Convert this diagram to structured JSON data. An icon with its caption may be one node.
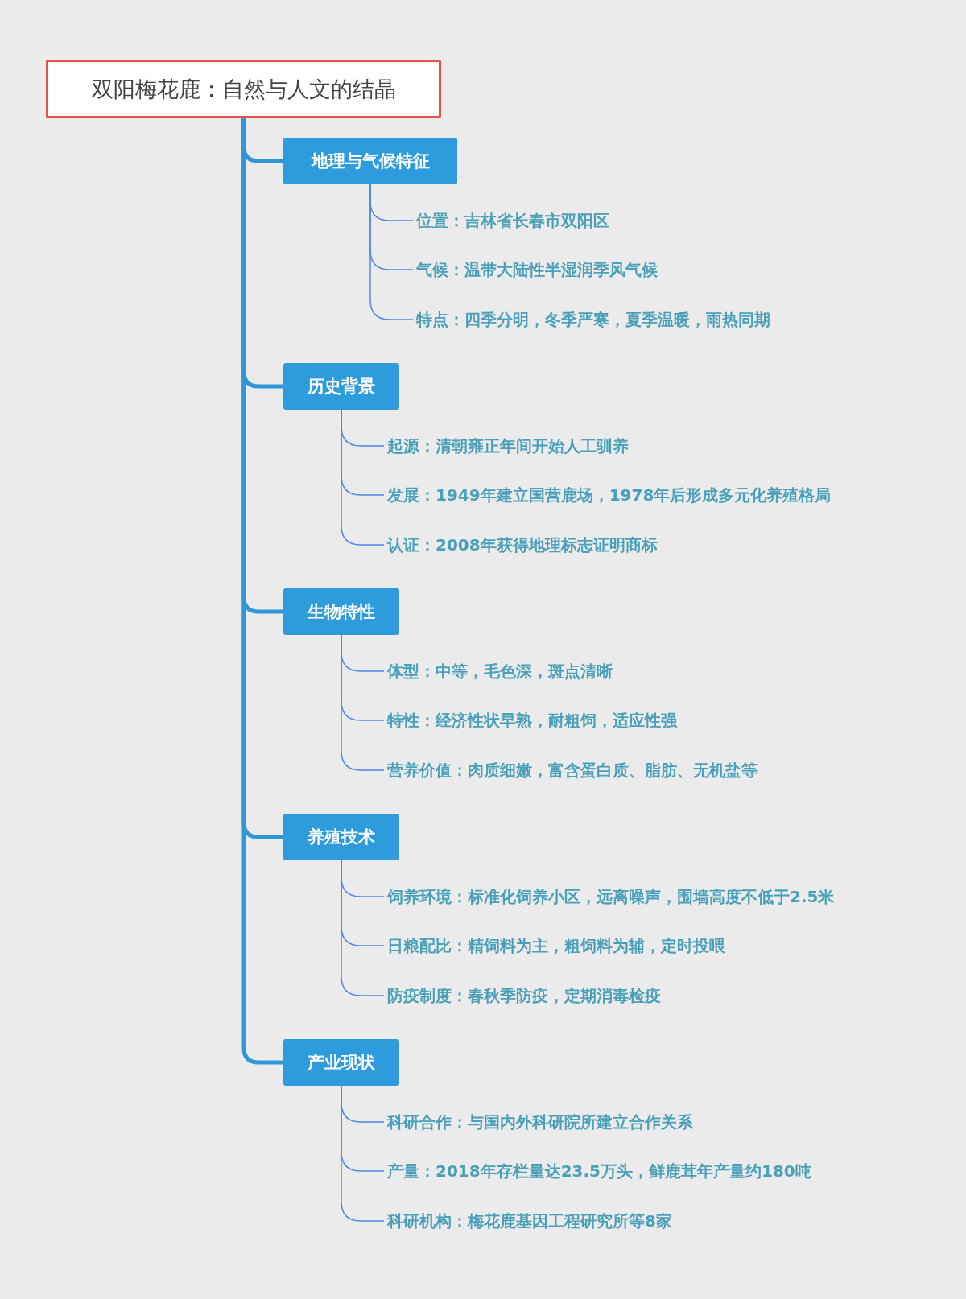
{
  "diagram": {
    "nodes": [
      {
        "text": [
          "双阳梅花鹿：自然与人文的结晶"
        ]
      },
      {
        "text": [
          "地理与气候特征"
        ]
      },
      {
        "text": [
          "位置：吉林省长春市双阳区"
        ]
      },
      {
        "text": [
          "气候：温带大陆性半湿润季风气候"
        ]
      },
      {
        "text": [
          "特点：四季分明，冬季严寒，夏季温暖，雨热同期"
        ]
      },
      {
        "text": [
          "历史背景"
        ]
      },
      {
        "text": [
          "起源：清朝雍正年间开始人工驯养"
        ]
      },
      {
        "text": [
          "发展：1949年建立国营鹿场，1978年后形成多元化养殖格局"
        ]
      },
      {
        "text": [
          "认证：2008年获得地理标志证明商标"
        ]
      },
      {
        "text": [
          "生物特性"
        ]
      },
      {
        "text": [
          "体型：中等，毛色深，斑点清晰"
        ]
      },
      {
        "text": [
          "特性：经济性状早熟，耐粗饲，适应性强"
        ]
      },
      {
        "text": [
          "营养价值：肉质细嫩，富含蛋白质、脂肪、无机盐等"
        ]
      },
      {
        "text": [
          "养殖技术"
        ]
      },
      {
        "text": [
          "饲养环境：标准化饲养小区，远离噪声，围墙高度不低于2.5米"
        ]
      },
      {
        "text": [
          "日粮配比：精饲料为主，粗饲料为辅，定时投喂"
        ]
      },
      {
        "text": [
          "防疫制度：春秋季防疫，定期消毒检疫"
        ]
      },
      {
        "text": [
          "产业现状"
        ]
      },
      {
        "text": [
          "科研合作：与国内外科研院所建立合作关系"
        ]
      },
      {
        "text": [
          "产量：2018年存栏量达23.5万头，鲜鹿茸年产量约180吨"
        ]
      },
      {
        "text": [
          "科研机构：梅花鹿基因工程研究所等8家"
        ]
      }
    ],
    "edges": [
      {
        "from": 0,
        "to": 1,
        "arrow": "none",
        "style": "thick",
        "color": "#2f97d7"
      },
      {
        "from": 1,
        "to": 2,
        "arrow": "none"
      },
      {
        "from": 1,
        "to": 3,
        "arrow": "none"
      },
      {
        "from": 1,
        "to": 4,
        "arrow": "none"
      },
      {
        "from": 0,
        "to": 5,
        "arrow": "none",
        "style": "thick",
        "color": "#2f97d7"
      },
      {
        "from": 5,
        "to": 6,
        "arrow": "none"
      },
      {
        "from": 5,
        "to": 7,
        "arrow": "none"
      },
      {
        "from": 5,
        "to": 8,
        "arrow": "none"
      },
      {
        "from": 0,
        "to": 9,
        "arrow": "none",
        "style": "thick",
        "color": "#2f97d7"
      },
      {
        "from": 9,
        "to": 10,
        "arrow": "none"
      },
      {
        "from": 9,
        "to": 11,
        "arrow": "none"
      },
      {
        "from": 9,
        "to": 12,
        "arrow": "none"
      },
      {
        "from": 0,
        "to": 13,
        "arrow": "none",
        "style": "thick",
        "color": "#2f97d7"
      },
      {
        "from": 13,
        "to": 14,
        "arrow": "none"
      },
      {
        "from": 13,
        "to": 15,
        "arrow": "none"
      },
      {
        "from": 13,
        "to": 16,
        "arrow": "none"
      },
      {
        "from": 0,
        "to": 17,
        "arrow": "none",
        "style": "thick",
        "color": "#2f97d7"
      },
      {
        "from": 17,
        "to": 18,
        "arrow": "none"
      },
      {
        "from": 17,
        "to": 19,
        "arrow": "none"
      },
      {
        "from": 17,
        "to": 20,
        "arrow": "none"
      }
    ]
  }
}
